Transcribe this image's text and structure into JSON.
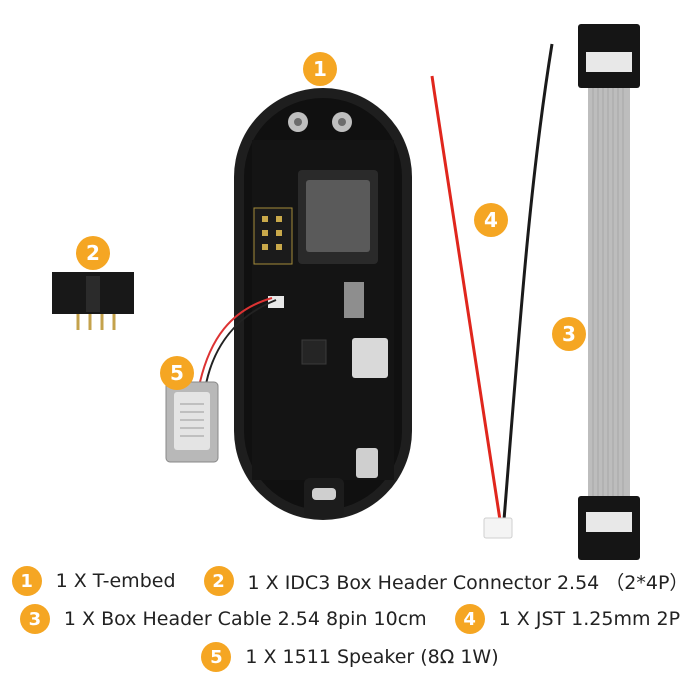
{
  "badges": {
    "b1": "1",
    "b2": "2",
    "b3": "3",
    "b4": "4",
    "b5": "5"
  },
  "colors": {
    "badge": "#f5a623",
    "board": "#141414",
    "cable": "#bdbdbd",
    "wire_red": "#e0261d",
    "wire_black": "#1a1a1a"
  },
  "legend": {
    "item1": {
      "num": "1",
      "text": "1 X T-embed"
    },
    "item2": {
      "num": "2",
      "text": "1 X IDC3 Box Header Connector 2.54 （2*4P）"
    },
    "item3": {
      "num": "3",
      "text": "1 X Box Header Cable 2.54 8pin 10cm"
    },
    "item4": {
      "num": "4",
      "text": "1 X JST 1.25mm 2P"
    },
    "item5": {
      "num": "5",
      "text": "1 X 1511 Speaker (8Ω 1W)"
    }
  }
}
